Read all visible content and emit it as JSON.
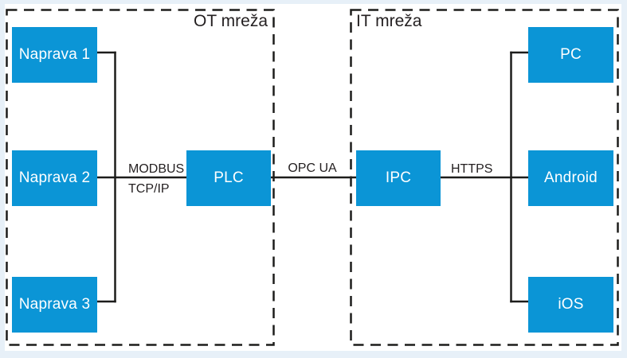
{
  "diagram": {
    "zones": [
      {
        "id": "ot-network",
        "label": "OT mreža"
      },
      {
        "id": "it-network",
        "label": "IT mreža"
      }
    ],
    "nodes": [
      {
        "id": "naprava-1",
        "label": "Naprava 1"
      },
      {
        "id": "naprava-2",
        "label": "Naprava 2"
      },
      {
        "id": "naprava-3",
        "label": "Naprava 3"
      },
      {
        "id": "plc",
        "label": "PLC"
      },
      {
        "id": "ipc",
        "label": "IPC"
      },
      {
        "id": "pc",
        "label": "PC"
      },
      {
        "id": "android",
        "label": "Android"
      },
      {
        "id": "ios",
        "label": "iOS"
      }
    ],
    "links": [
      {
        "id": "modbus-tcpip",
        "from": "Naprava 1/2/3",
        "to": "PLC",
        "label_line1": "MODBUS",
        "label_line2": "TCP/IP"
      },
      {
        "id": "opc-ua",
        "from": "PLC",
        "to": "IPC",
        "label": "OPC UA"
      },
      {
        "id": "https",
        "from": "IPC",
        "to": "PC/Android/iOS",
        "label": "HTTPS"
      }
    ],
    "colors": {
      "node_fill": "#0b95d6",
      "node_text": "#ffffff",
      "wire": "#1d1d1b",
      "zone_border": "#1d1d1b",
      "label_text": "#231f20",
      "canvas_bg": "#ffffff",
      "frame_bg": "#e7f0f8"
    }
  }
}
